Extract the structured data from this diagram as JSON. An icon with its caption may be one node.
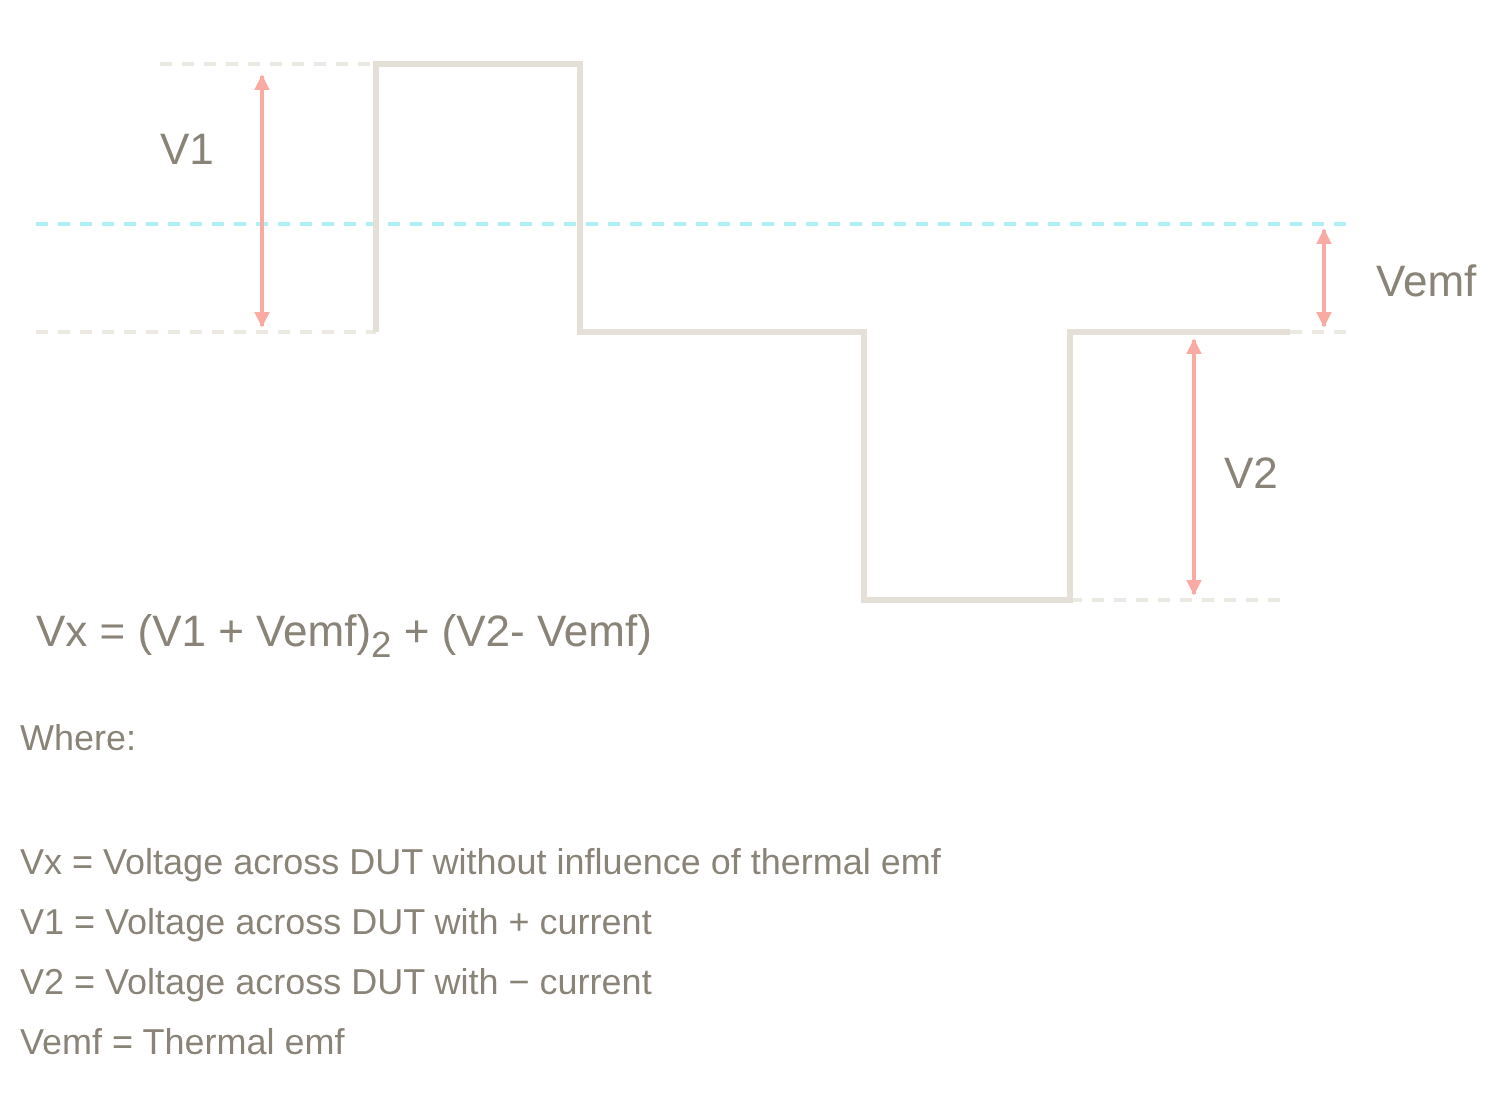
{
  "diagram": {
    "labels": [
      "V1",
      "Vemf",
      "V2",
      "Vx = (V1 + Vemf)$_{2}$ +  (V2- Vemf)",
      "Where:",
      "Vx = Voltage across DUT without influence of thermal emf",
      "V1 = Voltage across DUT with + current",
      "V2 = Voltage across DUT with − current",
      "Vemf = Thermal emf"
    ]
  }
}
